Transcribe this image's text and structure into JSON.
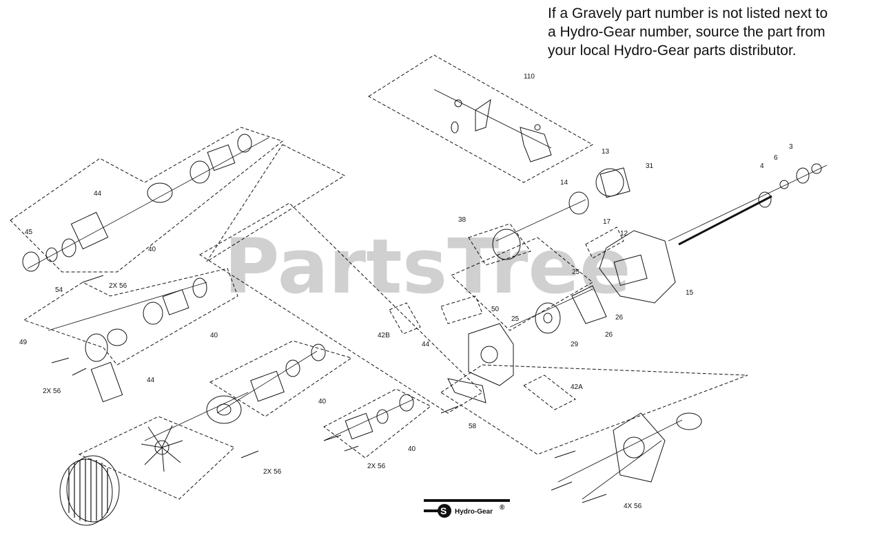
{
  "note": {
    "text": "If a Gravely part number is not listed next to\na Hydro-Gear number, source the part from\nyour local Hydro-Gear parts distributor."
  },
  "watermark": {
    "text": "PartsTree"
  },
  "logo": {
    "brand": "Hydro-Gear",
    "mark": "®"
  },
  "callouts": {
    "c110": "110",
    "c13": "13",
    "c14": "14",
    "c31": "31",
    "c3": "3",
    "c4": "4",
    "c6": "6",
    "c17": "17",
    "c38": "38",
    "c12": "12",
    "c25a": "25",
    "c15": "15",
    "c26a": "26",
    "c26b": "26",
    "c50": "50",
    "c25b": "25",
    "c42b": "42B",
    "c44a": "44",
    "c29": "29",
    "c42a": "42A",
    "c58a": "58",
    "c40e": "40",
    "c2x56d": "2X 56",
    "c44top": "44",
    "c45": "45",
    "c40a": "40",
    "c54": "54",
    "c2x56a": "2X 56",
    "c40b": "40",
    "c49": "49",
    "c2x56b": "2X 56",
    "c44b": "44",
    "c40d": "40",
    "c2x56c": "2X 56",
    "c4x56": "4X 56"
  },
  "colors": {
    "ink": "#111111",
    "accent": "#000000"
  }
}
